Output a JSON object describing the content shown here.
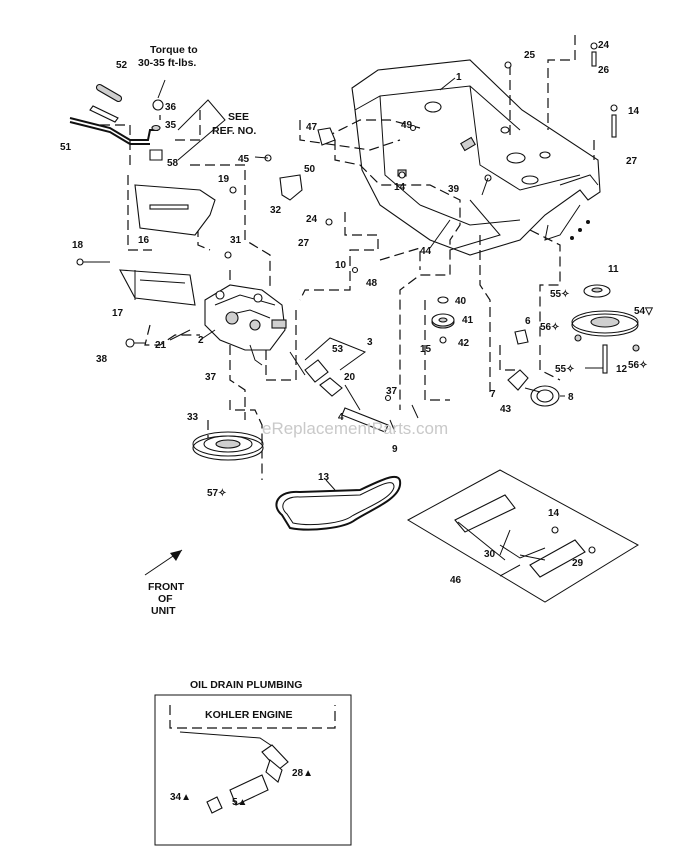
{
  "labels": {
    "p1": "1",
    "p2": "2",
    "p3": "3",
    "p4": "4",
    "p6": "6",
    "p7": "7",
    "p8": "8",
    "p9": "9",
    "p10": "10",
    "p11": "11",
    "p12": "12",
    "p13": "13",
    "p14a": "14",
    "p14b": "14",
    "p14c": "14",
    "p15": "15",
    "p16": "16",
    "p17": "17",
    "p18": "18",
    "p19": "19",
    "p20": "20",
    "p21": "21",
    "p24a": "24",
    "p24b": "24",
    "p25": "25",
    "p26": "26",
    "p27a": "27",
    "p27b": "27",
    "p28": "28▲",
    "p29": "29",
    "p30": "30",
    "p31": "31",
    "p32": "32",
    "p33": "33",
    "p34": "34▲",
    "p35": "35",
    "p36": "36",
    "p37a": "37",
    "p37b": "37",
    "p38": "38",
    "p39": "39",
    "p40": "40",
    "p41": "41",
    "p42": "42",
    "p43": "43",
    "p44": "44",
    "p45": "45",
    "p46": "46",
    "p47": "47",
    "p48": "48",
    "p49": "49",
    "p50": "50",
    "p51": "51",
    "p52": "52",
    "p53": "53",
    "p54": "54▽",
    "p55a": "55✧",
    "p55b": "55✧",
    "p56a": "56✧",
    "p56b": "56✧",
    "p57": "57✧",
    "p58": "58",
    "p5": "5▲"
  },
  "notes": {
    "torque_line1": "Torque to",
    "torque_line2": "30-35 ft-lbs.",
    "see_line1": "SEE",
    "see_line2": "REF. NO.",
    "front_line1": "FRONT",
    "front_line2": "OF",
    "front_line3": "UNIT"
  },
  "inset": {
    "title": "OIL DRAIN PLUMBING",
    "subtitle": "KOHLER ENGINE"
  },
  "watermark": "eReplacementParts.com"
}
